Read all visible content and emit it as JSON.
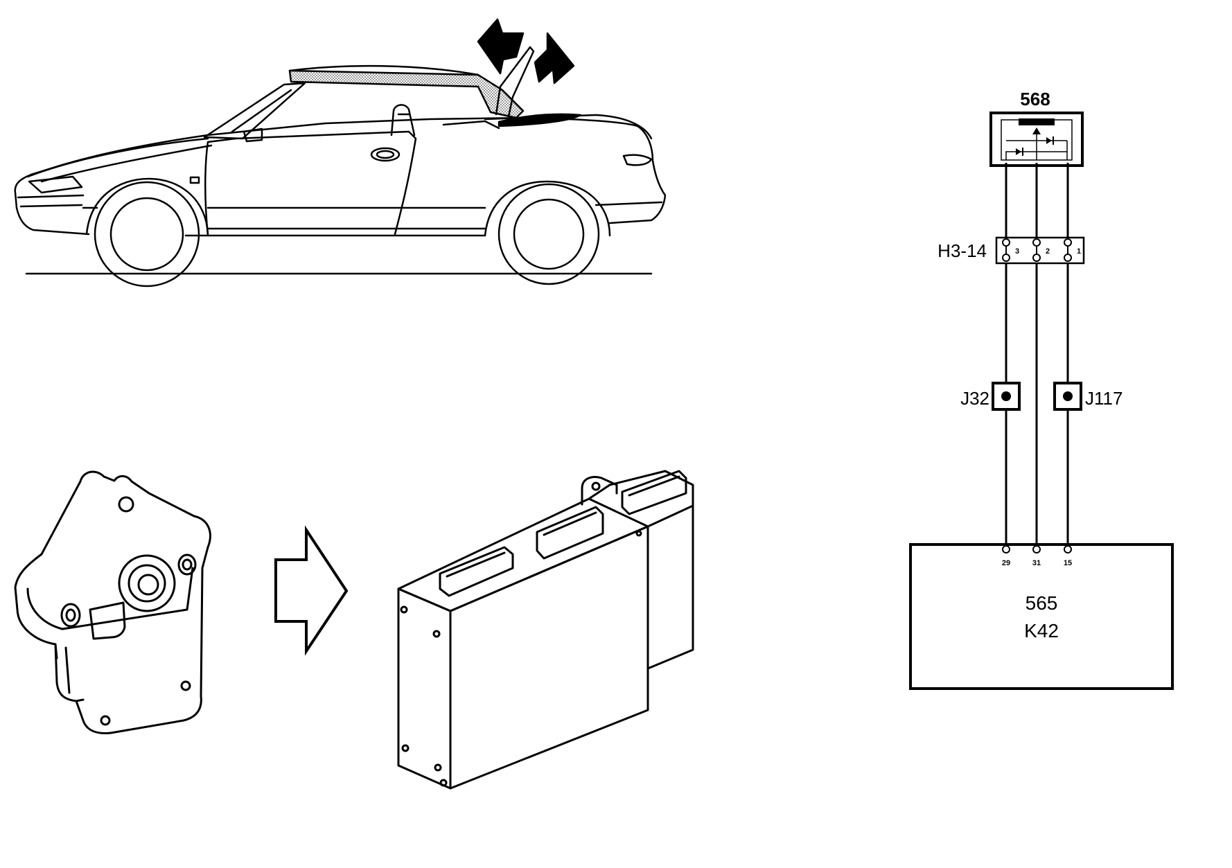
{
  "wiring": {
    "sensor_component": {
      "code": "568"
    },
    "connector": {
      "code": "H3-14",
      "pins": [
        "3",
        "2",
        "1"
      ]
    },
    "junction_left": {
      "code": "J32"
    },
    "junction_right": {
      "code": "J117"
    },
    "control_module": {
      "code": "565",
      "sub_code": "K42",
      "pins": [
        "29",
        "31",
        "15"
      ]
    }
  },
  "illustrations": {
    "car": "convertible-car-top-operation",
    "sensor": "soft-top-position-sensor",
    "arrow": "points-to",
    "module": "control-unit"
  },
  "colors": {
    "ink": "#000000",
    "paper": "#ffffff",
    "hatch": "#9a9a9a"
  }
}
